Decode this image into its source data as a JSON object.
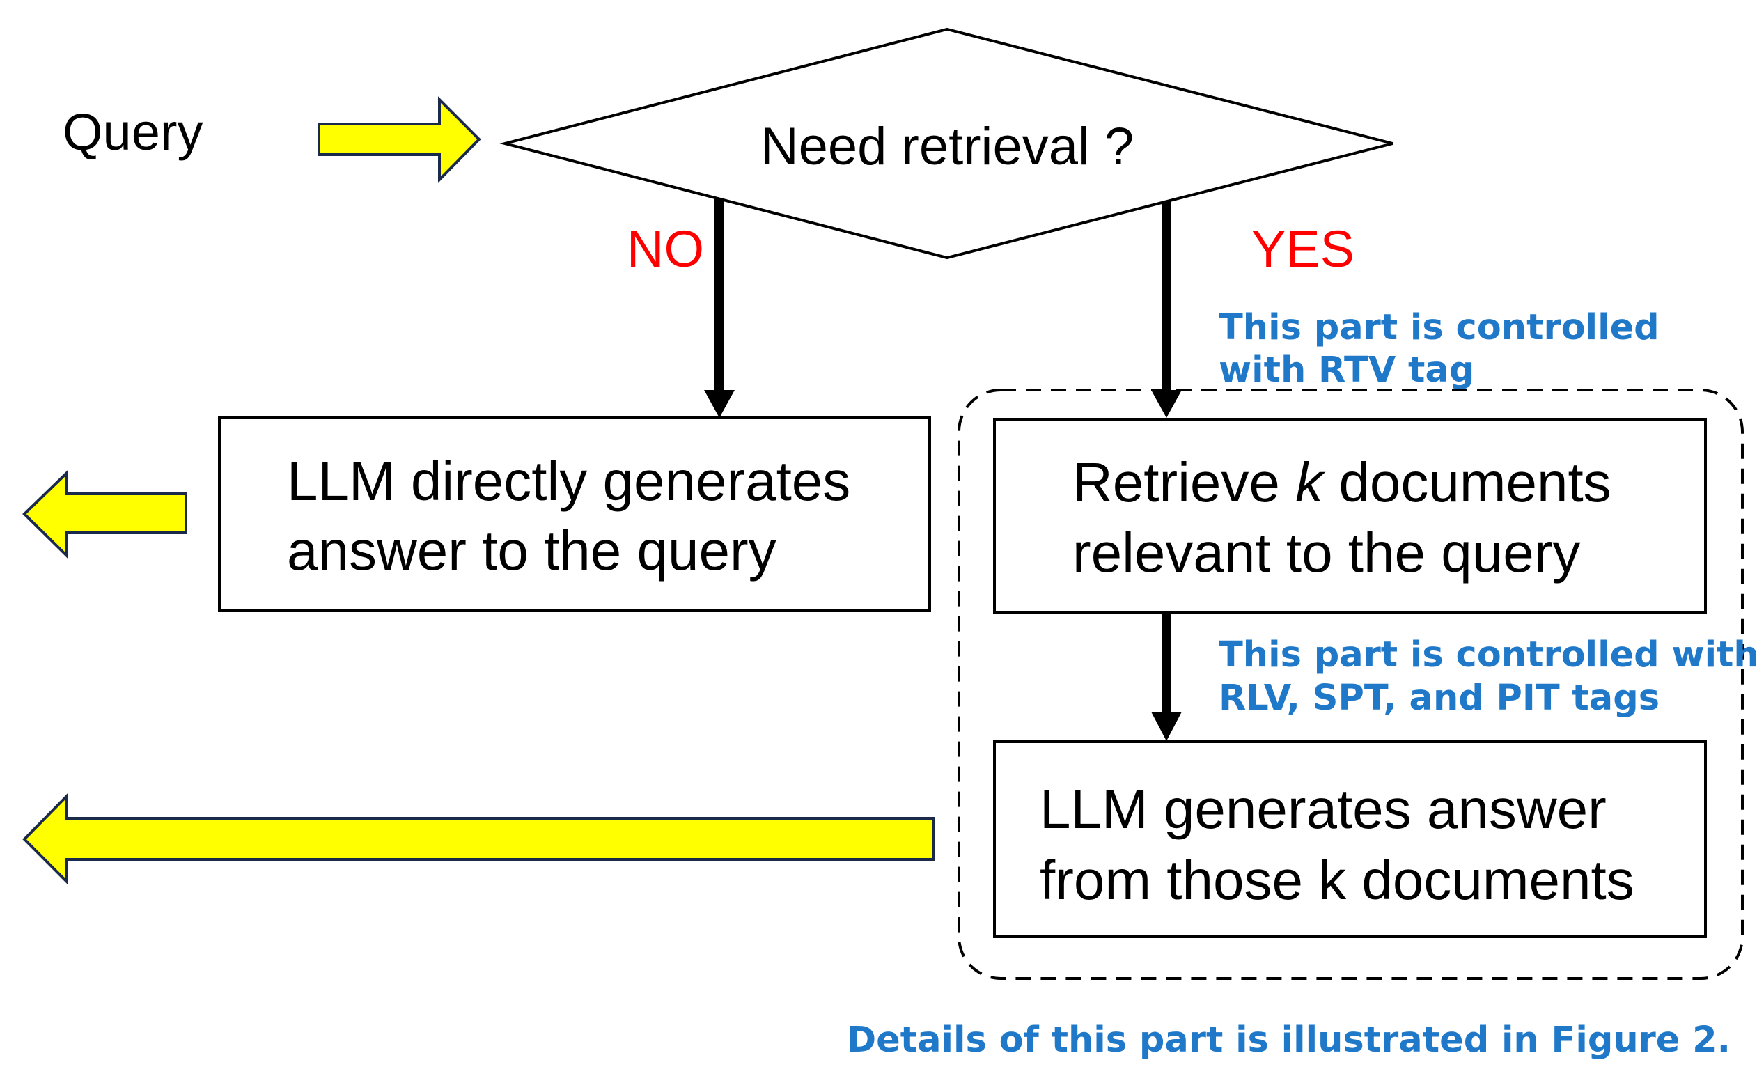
{
  "input_label": "Query",
  "decision": {
    "question": "Need retrieval ?"
  },
  "branches": {
    "no": "NO",
    "yes": "YES"
  },
  "boxes": {
    "direct": {
      "line1": "LLM directly generates",
      "line2": "answer to the query"
    },
    "retrieve": {
      "line1_a": "Retrieve ",
      "line1_k": "k",
      "line1_b": " documents",
      "line2": "relevant to the query"
    },
    "generate": {
      "line1": "LLM generates answer",
      "line2": "from those k documents"
    }
  },
  "notes": {
    "rtv": {
      "line1": "This part is controlled",
      "line2": "with RTV tag"
    },
    "rlv": {
      "line1": "This part is controlled with",
      "line2": "RLV, SPT, and PIT tags"
    },
    "details": "Details of this part is illustrated in Figure 2."
  },
  "colors": {
    "branch_text": "#FF0000",
    "note_text": "#1F78C8",
    "arrow_fill": "#FFFF00",
    "arrow_stroke": "#1B2A4A",
    "line": "#000000"
  }
}
